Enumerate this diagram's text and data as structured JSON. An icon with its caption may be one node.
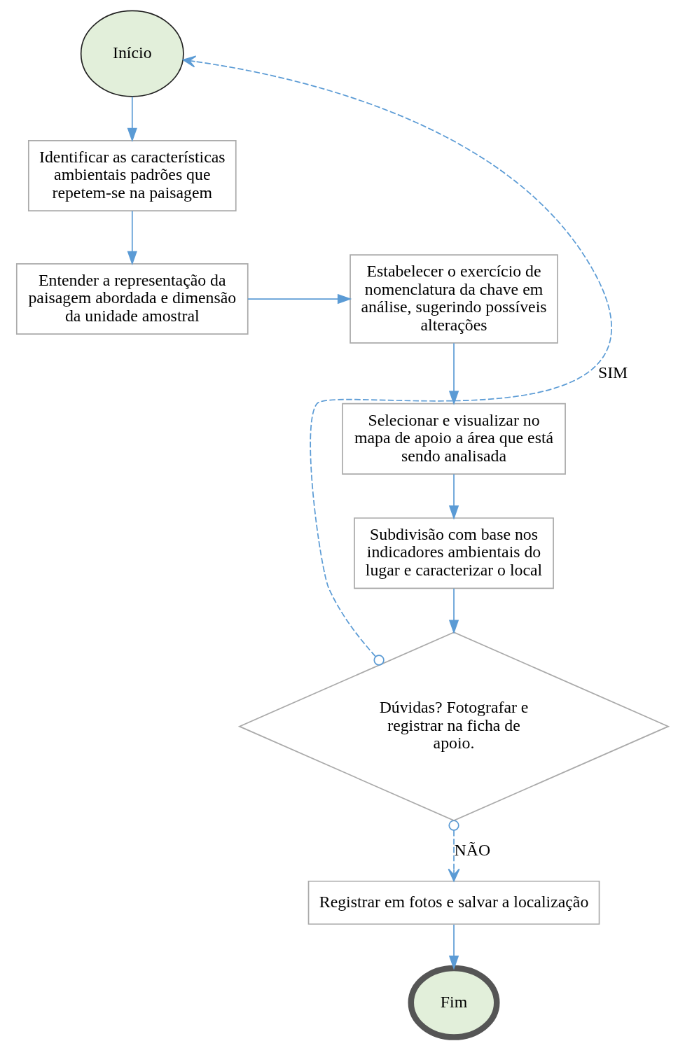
{
  "diagram": {
    "nodes": [
      {
        "text": [
          "Início"
        ]
      },
      {
        "text": [
          "Identificar as características ambientais padrões que repetem-se na paisagem"
        ]
      },
      {
        "text": [
          "Entender a representação da paisagem abordada e dimensão da unidade amostral"
        ]
      },
      {
        "text": [
          "Estabelecer o exercício de nomenclatura da chave em análise, sugerindo possíveis alterações"
        ]
      },
      {
        "text": [
          "Selecionar e visualizar no mapa de apoio a área que está sendo analisada"
        ]
      },
      {
        "text": [
          "Subdivisão com base nos indicadores ambientais do lugar e caracterizar o local"
        ]
      },
      {
        "text": [
          "Dúvidas? Fotografar e registrar na ficha de apoio."
        ]
      },
      {
        "text": [
          "Registrar em fotos e salvar a localização"
        ]
      },
      {
        "text": [
          "Fim"
        ]
      }
    ],
    "edges": [
      {
        "from": 0,
        "to": 1,
        "arrow": "to"
      },
      {
        "from": 1,
        "to": 2,
        "arrow": "to"
      },
      {
        "from": 2,
        "to": 3,
        "arrow": "to"
      },
      {
        "from": 3,
        "to": 4,
        "arrow": "to"
      },
      {
        "from": 4,
        "to": 5,
        "arrow": "to"
      },
      {
        "from": 5,
        "to": 6,
        "arrow": "to"
      },
      {
        "from": 6,
        "to": 0,
        "arrow": "to",
        "style": "dashed",
        "label": "SIM"
      },
      {
        "from": 6,
        "to": 7,
        "arrow": "to",
        "style": "dashed",
        "label": "NÃO"
      },
      {
        "from": 7,
        "to": 8,
        "arrow": "to"
      }
    ]
  }
}
